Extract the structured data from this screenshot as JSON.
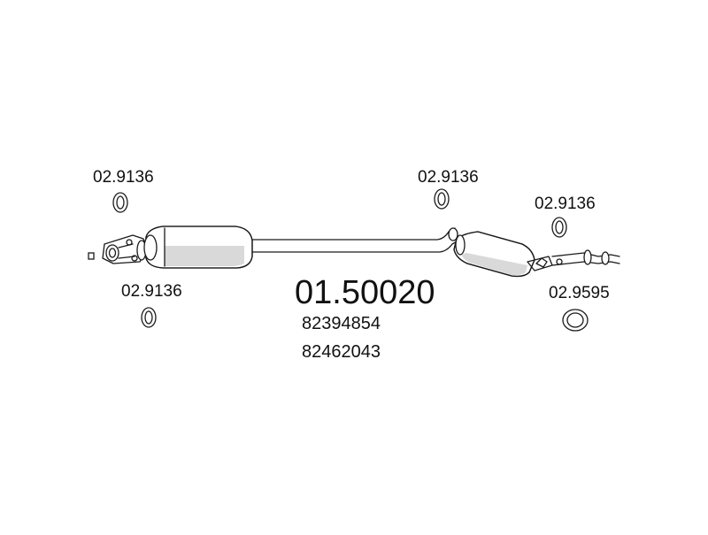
{
  "diagram": {
    "main_part_number": "01.50020",
    "oe_numbers": [
      "82394854",
      "82462043"
    ],
    "callouts": [
      {
        "id": "gasket-top-left",
        "label": "02.9136"
      },
      {
        "id": "gasket-bottom-left",
        "label": "02.9136"
      },
      {
        "id": "gasket-top-middle",
        "label": "02.9136"
      },
      {
        "id": "gasket-top-right",
        "label": "02.9136"
      },
      {
        "id": "gasket-bottom-right",
        "label": "02.9595"
      }
    ]
  }
}
